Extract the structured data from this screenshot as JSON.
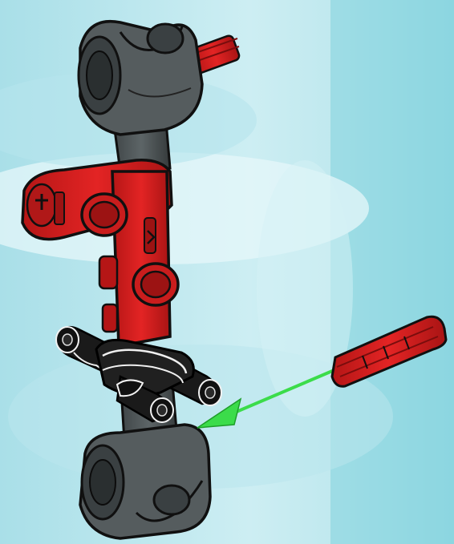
{
  "scene": {
    "type": "building-instruction-step",
    "colors": {
      "background_light": "#cfeff3",
      "background_mid": "#9fdde6",
      "background_dark": "#7dcfdb",
      "part_gray": "#4d5456",
      "part_gray_dark": "#2c3233",
      "part_red": "#d81f1f",
      "part_red_dark": "#9c1313",
      "part_black": "#161616",
      "arrow_green": "#3bdc4a",
      "outline": "#101010"
    },
    "parts": [
      {
        "name": "gray-elbow-connector-top",
        "color": "part_gray"
      },
      {
        "name": "red-axle-top",
        "color": "part_red"
      },
      {
        "name": "red-liftarm-crossbar",
        "color": "part_red"
      },
      {
        "name": "red-vertical-beam",
        "color": "part_red"
      },
      {
        "name": "black-pins",
        "color": "part_black"
      },
      {
        "name": "gray-elbow-connector-bottom",
        "color": "part_gray"
      },
      {
        "name": "red-axle-loose",
        "color": "part_red"
      }
    ],
    "arrow": {
      "meaning": "insert-loose-axle-into-bottom-connector",
      "color": "arrow_green"
    }
  }
}
